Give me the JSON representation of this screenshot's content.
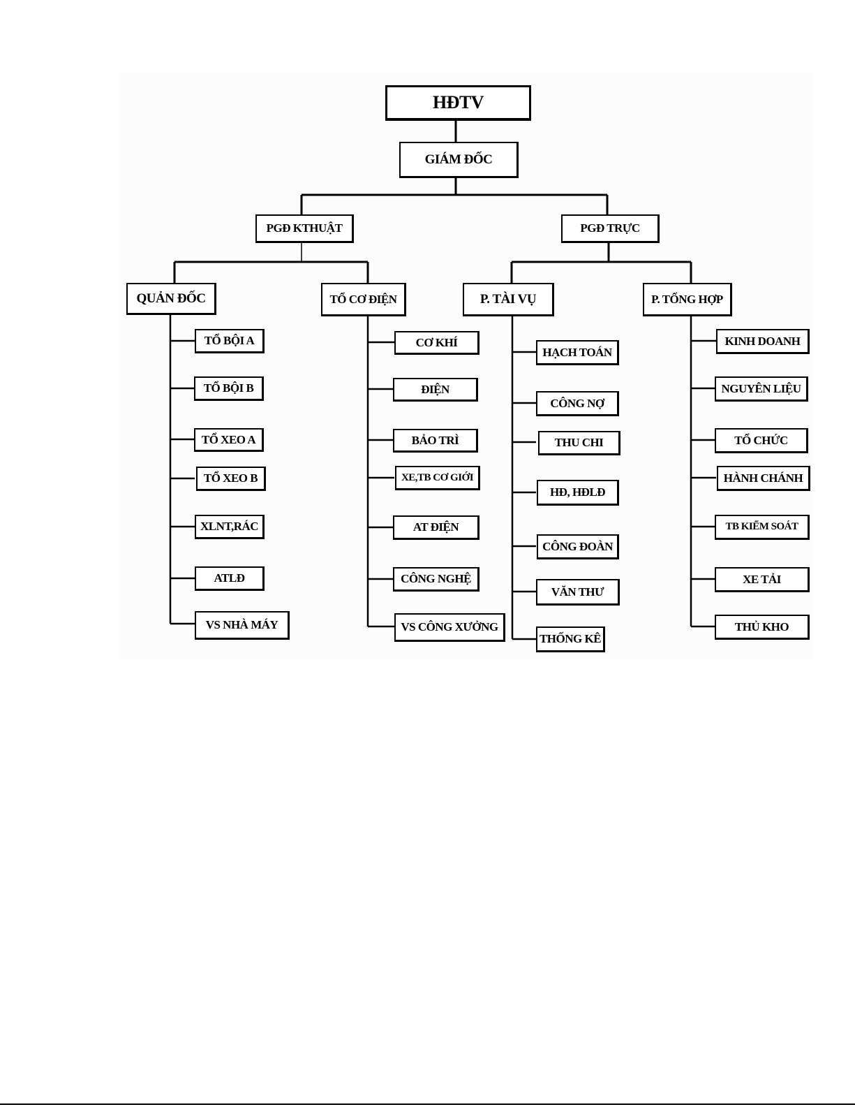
{
  "top": {
    "board": "HĐTV",
    "director": "GIÁM ĐỐC"
  },
  "deputies": {
    "technical": "PGĐ KTHUẬT",
    "duty": "PGĐ TRỰC"
  },
  "departments": {
    "foreman": {
      "label": "QUẢN ĐỐC",
      "children": [
        "TỔ BỘI A",
        "TỔ BỘI B",
        "TỔ XEO A",
        "TỔ XEO B",
        "XLNT,RÁC",
        "ATLĐ",
        "VS NHÀ MÁY"
      ]
    },
    "electromech": {
      "label": "TỔ CƠ ĐIỆN",
      "children": [
        "CƠ KHÍ",
        "ĐIỆN",
        "BẢO TRÌ",
        "XE,TB CƠ GIỚI",
        "AT ĐIỆN",
        "CÔNG NGHỆ",
        "VS CÔNG XƯỞNG"
      ]
    },
    "finance": {
      "label": "P. TÀI VỤ",
      "children": [
        "HẠCH TOÁN",
        "CÔNG NỢ",
        "THU CHI",
        "HĐ, HĐLĐ",
        "CÔNG ĐOÀN",
        "VĂN THƯ",
        "THỐNG KÊ"
      ]
    },
    "general": {
      "label": "P. TỔNG HỢP",
      "children": [
        "KINH DOANH",
        "NGUYÊN LIỆU",
        "TỔ CHỨC",
        "HÀNH CHÁNH",
        "TB KIỂM SOÁT",
        "XE TẢI",
        "THỦ KHO"
      ]
    }
  }
}
